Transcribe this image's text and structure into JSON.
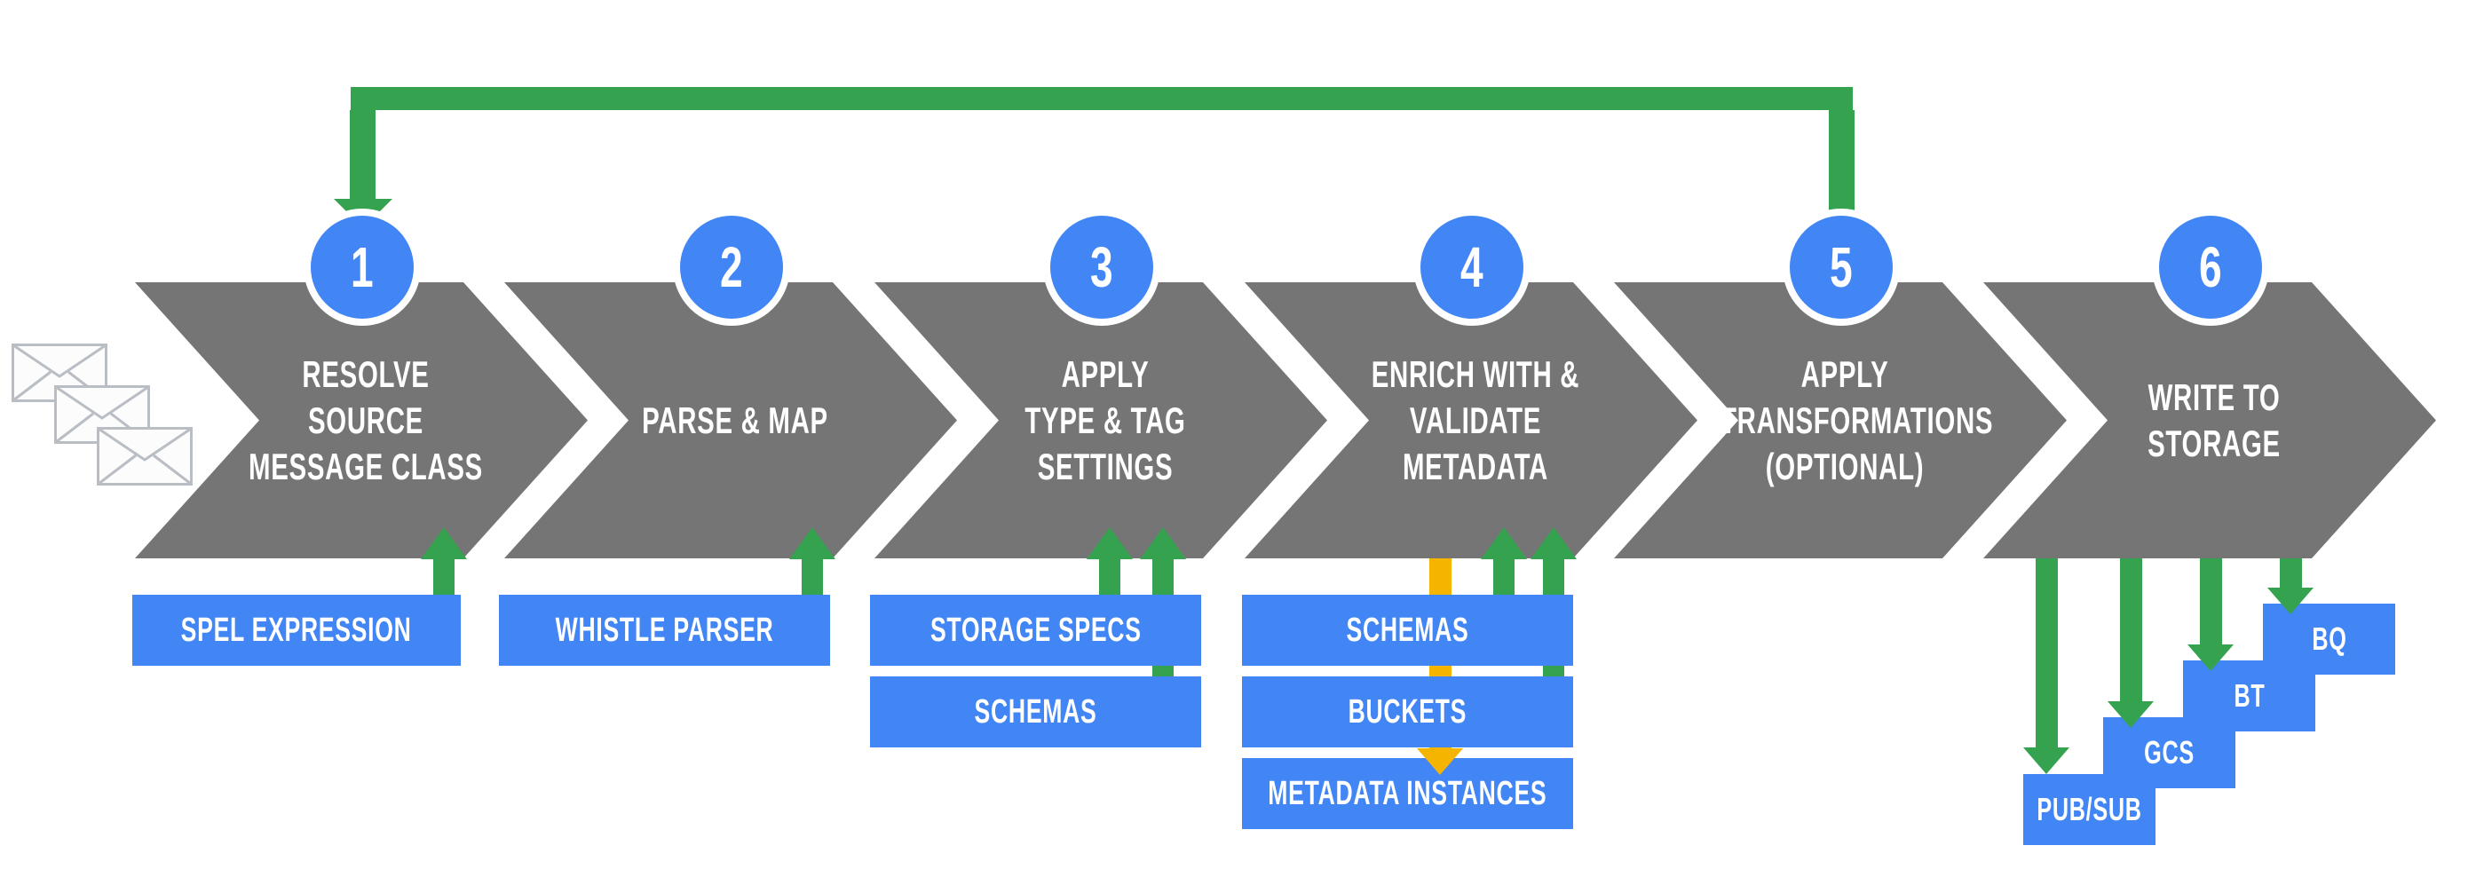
{
  "diagram": {
    "kind": "pipeline-flow",
    "colors": {
      "step_blue": "#4285F4",
      "flow_green": "#34A24E",
      "chevron_gray": "#757575",
      "metadata_yellow": "#F4B400",
      "envelope_gray": "#B9BDC4"
    },
    "steps": [
      {
        "number": "1",
        "title_lines": [
          "RESOLVE",
          "SOURCE",
          "MESSAGE CLASS"
        ],
        "resources": [
          "SPEL EXPRESSION"
        ]
      },
      {
        "number": "2",
        "title_lines": [
          "PARSE & MAP"
        ],
        "resources": [
          "WHISTLE PARSER"
        ]
      },
      {
        "number": "3",
        "title_lines": [
          "APPLY",
          "TYPE & TAG",
          "SETTINGS"
        ],
        "resources": [
          "STORAGE SPECS",
          "SCHEMAS"
        ]
      },
      {
        "number": "4",
        "title_lines": [
          "ENRICH WITH &",
          "VALIDATE",
          "METADATA"
        ],
        "resources": [
          "SCHEMAS",
          "BUCKETS",
          "METADATA INSTANCES"
        ]
      },
      {
        "number": "5",
        "title_lines": [
          "APPLY",
          "TRANSFORMATIONS",
          "(OPTIONAL)"
        ],
        "resources": []
      },
      {
        "number": "6",
        "title_lines": [
          "WRITE TO",
          "STORAGE"
        ],
        "outputs": [
          "PUB/SUB",
          "GCS",
          "BT",
          "BQ"
        ]
      }
    ],
    "connectors": {
      "feedback_loop": {
        "from_step": "5",
        "to_step": "1",
        "color": "#34A24E"
      },
      "resource_inputs": {
        "direction": "up",
        "color": "#34A24E"
      },
      "metadata_output": {
        "from_step": "4",
        "to_resource": "METADATA INSTANCES",
        "direction": "down",
        "color": "#F4B400"
      },
      "storage_outputs": {
        "from_step": "6",
        "direction": "down",
        "color": "#34A24E"
      }
    }
  }
}
